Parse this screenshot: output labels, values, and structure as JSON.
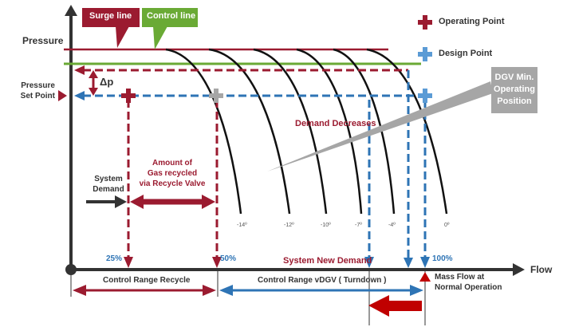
{
  "axes": {
    "y_label": "Pressure",
    "x_label": "Flow"
  },
  "callouts": {
    "surge_line": "Surge line",
    "control_line": "Control line"
  },
  "legend": {
    "operating_point": "Operating  Point",
    "design_point": "Design Point"
  },
  "dgv_box": [
    "DGV Min.",
    "Operating",
    "Position"
  ],
  "pressure_set_point": [
    "Pressure",
    "Set Point"
  ],
  "delta_p": "Δp",
  "demand_decreases": "Demand Decreases",
  "amount_recycled": [
    "Amount of",
    "Gas recycled",
    "via Recycle Valve"
  ],
  "system_demand": [
    "System",
    "Demand"
  ],
  "curve_labels": [
    "-14º",
    "-12º",
    "-10º",
    "-7º",
    "-4º",
    "0º"
  ],
  "percent_labels": {
    "p25": "25%",
    "p50": "50%",
    "p100": "100%"
  },
  "system_new_demand": "System New Demand",
  "mass_flow": [
    "Mass Flow at",
    "Normal Operation"
  ],
  "range_recycle": "Control Range Recycle",
  "range_vdgv": "Control Range vDGV  ( Turndown )",
  "colors": {
    "dark_red": "#9b1b30",
    "blue": "#2e74b5",
    "green": "#6aaa35",
    "dark": "#333333",
    "grey": "#a6a6a6"
  }
}
